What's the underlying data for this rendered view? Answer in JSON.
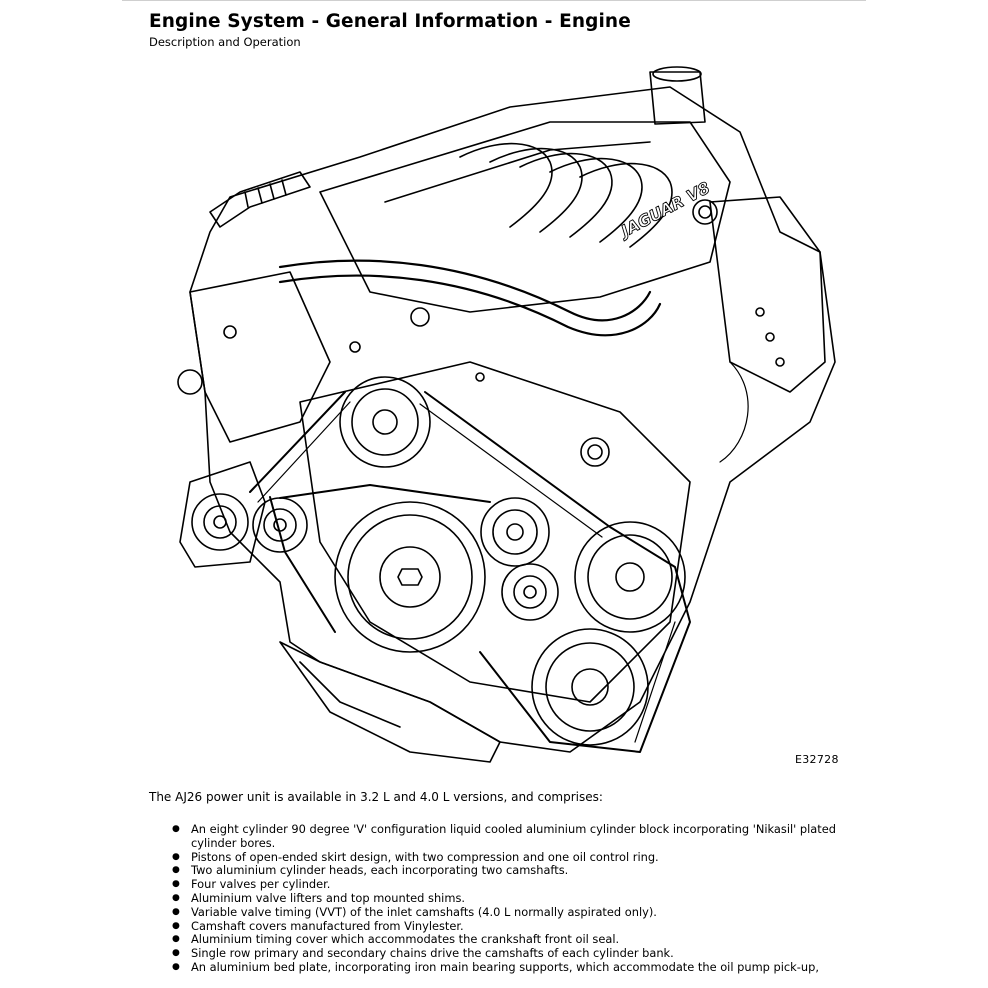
{
  "header": {
    "title": "Engine System - General Information - Engine",
    "subtitle": "Description and Operation"
  },
  "figure": {
    "id_label": "E32728",
    "badge_text": "JAGUAR V8"
  },
  "body": {
    "intro": "The AJ26 power unit is available in 3.2 L and 4.0 L versions, and comprises:",
    "bullets": [
      "An eight cylinder 90 degree 'V' configuration liquid cooled aluminium cylinder block incorporating 'Nikasil' plated cylinder bores.",
      "Pistons of open-ended skirt design, with two compression and one oil control ring.",
      "Two aluminium cylinder heads, each incorporating two camshafts.",
      "Four valves per cylinder.",
      "Aluminium valve lifters and top mounted shims.",
      "Variable valve timing (VVT) of the inlet camshafts (4.0 L normally aspirated only).",
      "Camshaft covers manufactured from Vinylester.",
      "Aluminium timing cover which accommodates the crankshaft front oil seal.",
      "Single row primary and secondary chains drive the camshafts of each cylinder bank.",
      "An aluminium bed plate, incorporating iron main bearing supports, which accommodate the oil pump pick-up,"
    ]
  }
}
